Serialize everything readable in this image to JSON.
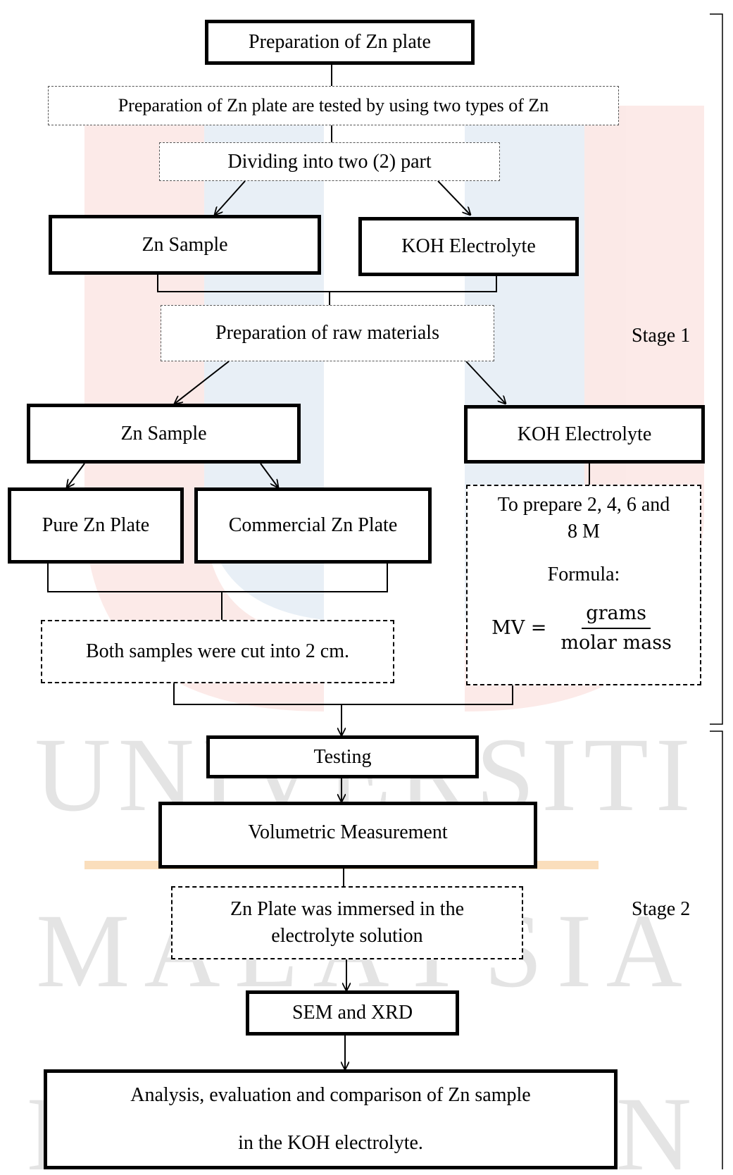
{
  "nodes": {
    "prep_zn_plate": "Preparation of Zn plate",
    "tested_two_types": "Preparation of Zn plate are tested by using two types of Zn",
    "dividing": "Dividing into two (2) part",
    "zn_sample_1": "Zn Sample",
    "koh_electrolyte_1": "KOH Electrolyte",
    "raw_materials": "Preparation of raw materials",
    "zn_sample_2": "Zn Sample",
    "koh_electrolyte_2": "KOH Electrolyte",
    "pure_zn_plate": "Pure Zn Plate",
    "commercial_zn_plate": "Commercial Zn Plate",
    "cut_samples": "Both samples were cut into 2 cm.",
    "prepare_molarity_line1": "To prepare 2, 4, 6 and",
    "prepare_molarity_line2": "8 M",
    "formula_label": "Formula:",
    "formula_lhs": "MV =",
    "formula_numerator": "grams",
    "formula_denominator": "molar mass",
    "testing": "Testing",
    "volumetric": "Volumetric Measurement",
    "immersed_line1": "Zn Plate was immersed in the",
    "immersed_line2": "electrolyte solution",
    "sem_xrd": "SEM and XRD",
    "analysis_line1": "Analysis, evaluation and comparison of Zn sample",
    "analysis_line2": "in the KOH electrolyte."
  },
  "stages": {
    "stage1": "Stage 1",
    "stage2": "Stage 2"
  },
  "watermark": {
    "words": [
      "UNIVERSITI",
      "MALAYSIA",
      "KELANTAN"
    ]
  }
}
